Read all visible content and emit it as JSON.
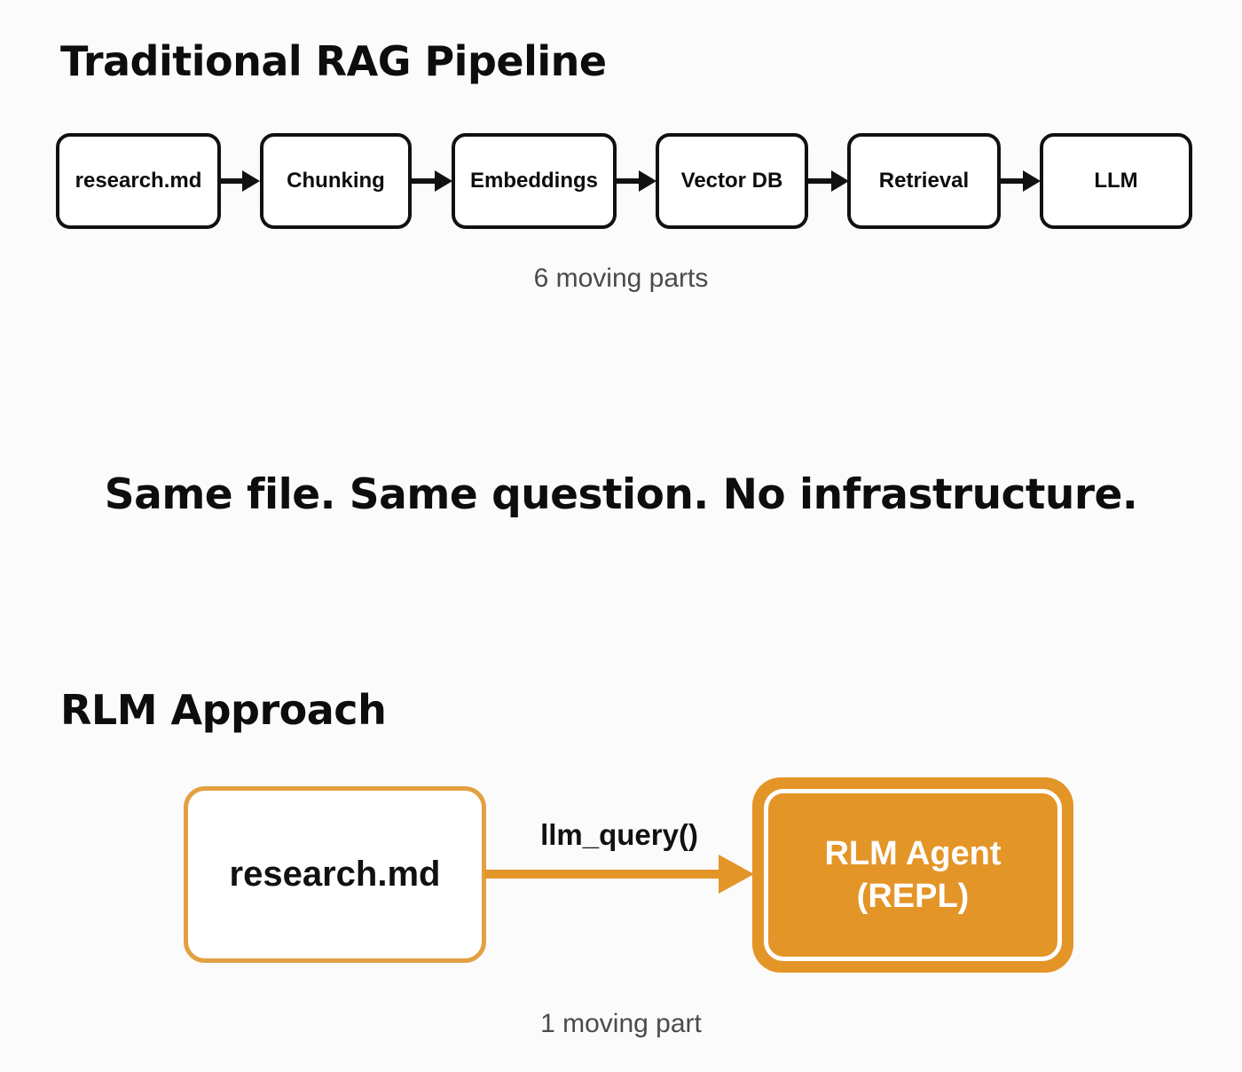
{
  "rag": {
    "title": "Traditional RAG Pipeline",
    "steps": [
      "research.md",
      "Chunking",
      "Embeddings",
      "Vector DB",
      "Retrieval",
      "LLM"
    ],
    "caption": "6 moving parts"
  },
  "tagline": "Same file. Same question. No infrastructure.",
  "rlm": {
    "title": "RLM Approach",
    "source": "research.md",
    "arrow_label": "llm_query()",
    "agent_line1": "RLM Agent",
    "agent_line2": "(REPL)",
    "caption": "1 moving part"
  },
  "colors": {
    "accent": "#e49528",
    "accent_border": "#e3a042",
    "stroke": "#111111"
  }
}
